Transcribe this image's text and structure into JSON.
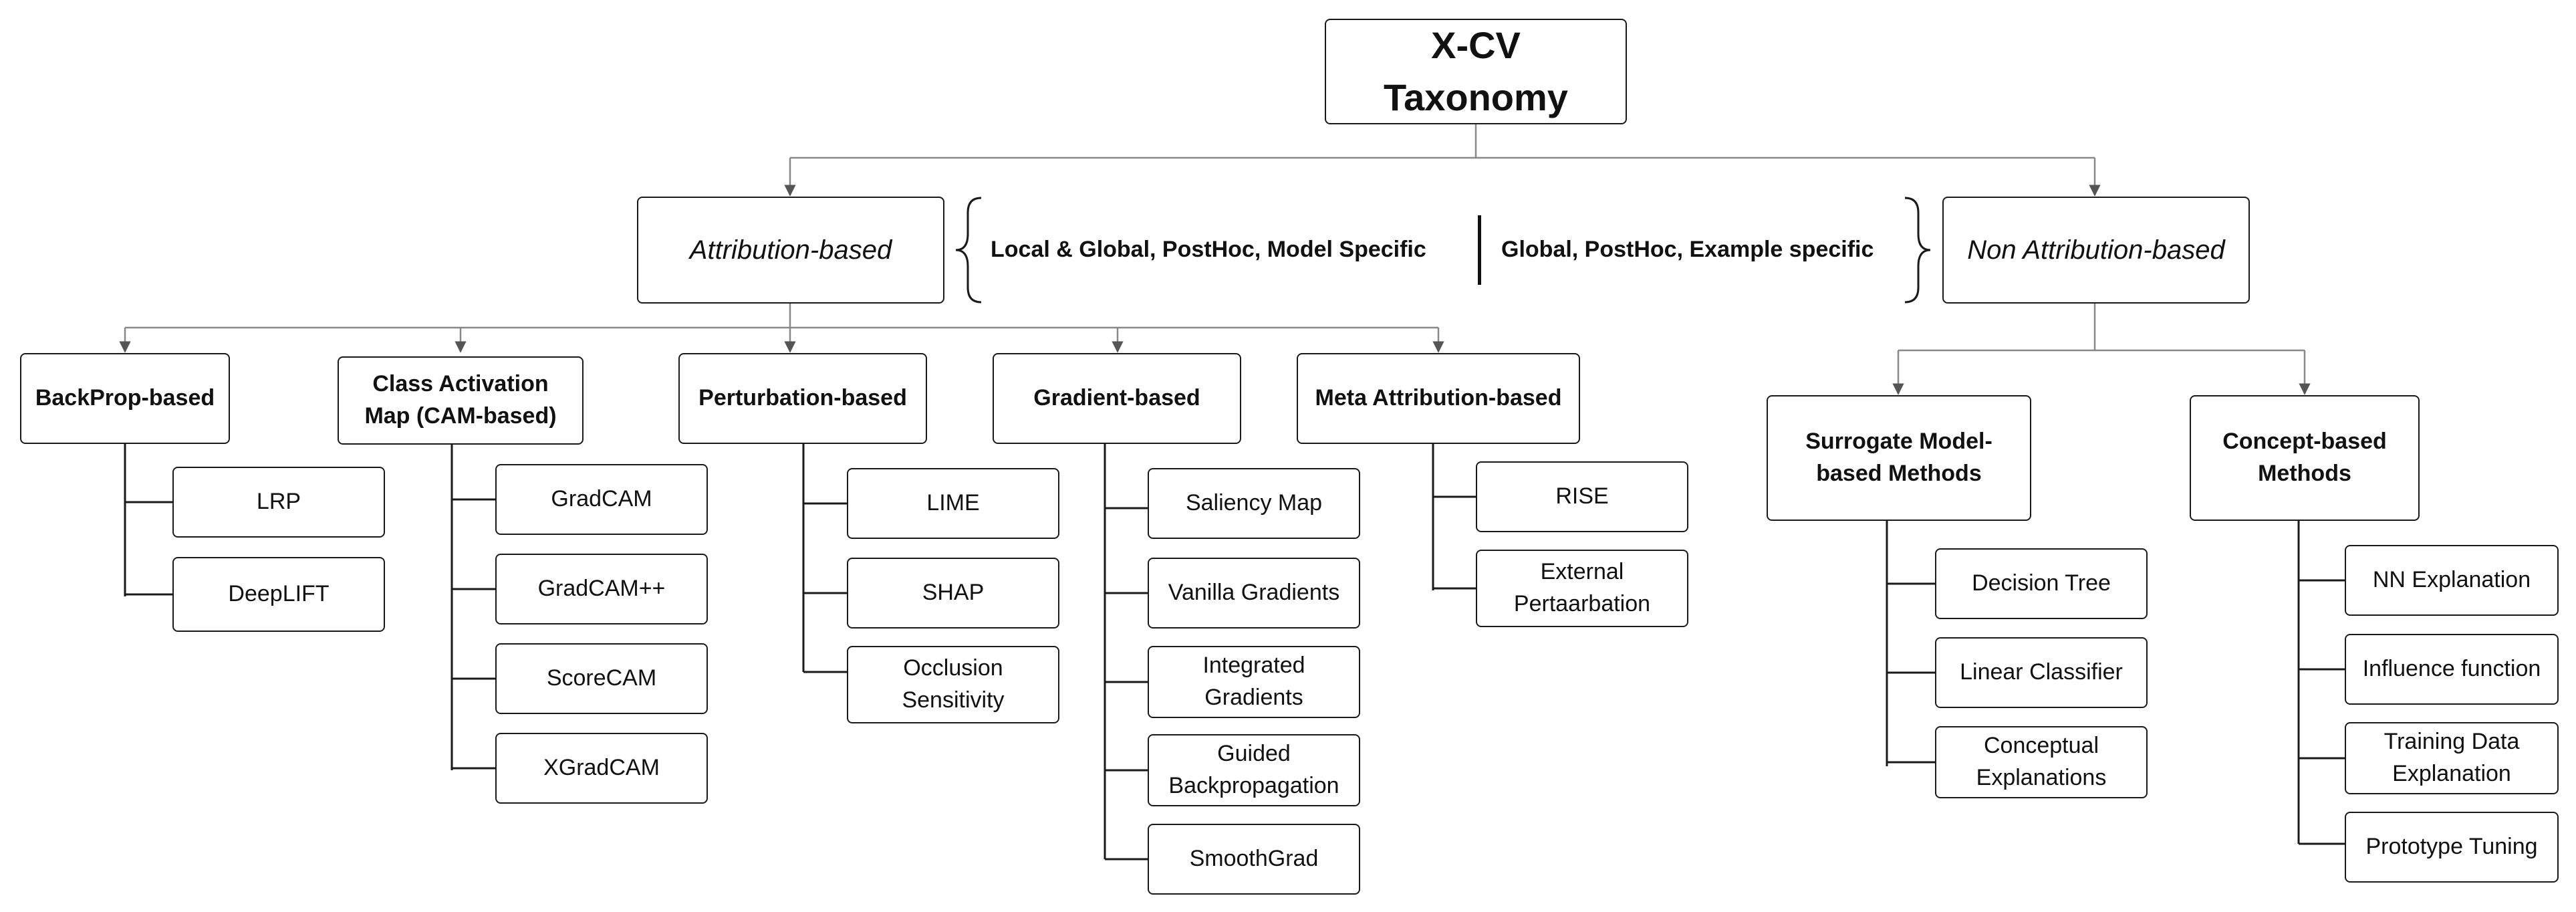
{
  "root": "X-CV Taxonomy",
  "attribution": {
    "label": "Attribution-based",
    "note": "Local & Global, PostHoc, Model Specific",
    "categories": [
      {
        "label": "BackProp-based",
        "items": [
          "LRP",
          "DeepLIFT"
        ]
      },
      {
        "label": "Class Activation Map (CAM-based)",
        "items": [
          "GradCAM",
          "GradCAM++",
          "ScoreCAM",
          "XGradCAM"
        ]
      },
      {
        "label": "Perturbation-based",
        "items": [
          "LIME",
          "SHAP",
          "Occlusion Sensitivity"
        ]
      },
      {
        "label": "Gradient-based",
        "items": [
          "Saliency Map",
          "Vanilla Gradients",
          "Integrated Gradients",
          "Guided Backpropagation",
          "SmoothGrad"
        ]
      },
      {
        "label": "Meta Attribution-based",
        "items": [
          "RISE",
          "External Pertaarbation"
        ]
      }
    ]
  },
  "non_attribution": {
    "label": "Non Attribution-based",
    "note": "Global, PostHoc, Example specific",
    "categories": [
      {
        "label": "Surrogate Model-based Methods",
        "items": [
          "Decision Tree",
          "Linear Classifier",
          "Conceptual Explanations"
        ]
      },
      {
        "label": "Concept-based Methods",
        "items": [
          "NN Explanation",
          "Influence function",
          "Training Data Explanation",
          "Prototype Tuning"
        ]
      }
    ]
  },
  "colors": {
    "border": "#1a1a1a",
    "connector": "#888888",
    "arrow": "#555555"
  }
}
